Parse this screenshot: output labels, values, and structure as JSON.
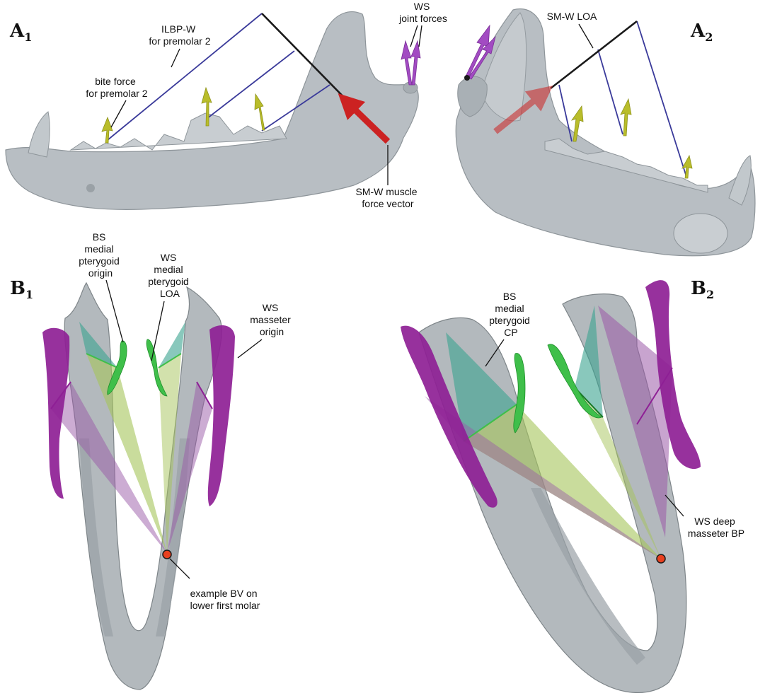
{
  "panels": {
    "a1": {
      "letter": "A",
      "sub": "1"
    },
    "a2": {
      "letter": "A",
      "sub": "2"
    },
    "b1": {
      "letter": "B",
      "sub": "1"
    },
    "b2": {
      "letter": "B",
      "sub": "2"
    }
  },
  "labels": {
    "ilbp_w": [
      "ILBP-W",
      "for premolar 2"
    ],
    "bite_force": [
      "bite force",
      "for premolar 2"
    ],
    "ws_joint": [
      "WS",
      "joint forces"
    ],
    "sm_w_muscle": [
      "SM-W muscle",
      "force vector"
    ],
    "sm_w_loa": [
      "SM-W LOA"
    ],
    "bs_medial_origin": [
      "BS",
      "medial",
      "pterygoid",
      "origin"
    ],
    "ws_medial_loa": [
      "WS",
      "medial",
      "pterygoid",
      "LOA"
    ],
    "ws_masseter_origin": [
      "WS",
      "masseter",
      "origin"
    ],
    "example_bv": [
      "example BV on",
      "lower first molar"
    ],
    "bs_medial_cp": [
      "BS",
      "medial",
      "pterygoid",
      "CP"
    ],
    "ws_deep_masseter": [
      "WS deep",
      "masseter BP"
    ]
  },
  "colors": {
    "bone": "#b8bec3",
    "bone_edge": "#8e959a",
    "bite_arrow": "#b9bd2a",
    "muscle_vector": "#cc2222",
    "joint_force": "#a24bc2",
    "loa_line": "#3a3a9a",
    "masseter": "#8e1f95",
    "pterygoid": "#3fbf4a",
    "teal_plane": "#3aa390",
    "green_plane": "#a5c45a",
    "purple_plane": "#9a5aa8",
    "bv_point": "#e8401f"
  }
}
